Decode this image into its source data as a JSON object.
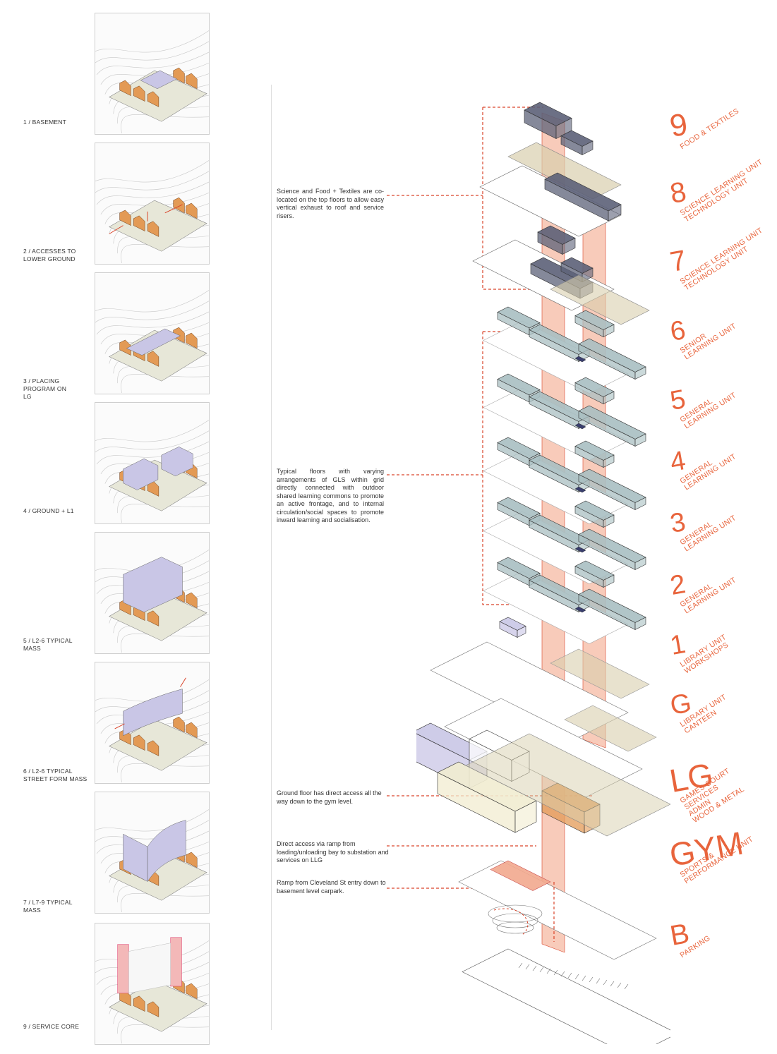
{
  "steps": [
    {
      "label": "1 / BASEMENT"
    },
    {
      "label": "2 / ACCESSES TO LOWER GROUND"
    },
    {
      "label": "3 / PLACING PROGRAM ON LG"
    },
    {
      "label": "4 / GROUND + L1"
    },
    {
      "label": "5 / L2-6 TYPICAL MASS"
    },
    {
      "label": "6 / L2-6 TYPICAL STREET FORM MASS"
    },
    {
      "label": "7 / L7-9 TYPICAL MASS"
    },
    {
      "label": "9 / SERVICE CORE"
    }
  ],
  "annotations": {
    "top_floors": "Science and Food + Textiles are co-located on the top floors to allow easy vertical exhaust to roof and service risers.",
    "typical_floors": "Typical floors with varying arrangements of GLS within grid directly connected with outdoor shared learning commons to promote an active frontage, and to internal circulation/social spaces to promote inward learning and socialisation.",
    "ground_floor": "Ground floor has direct access all the way down to the gym level.",
    "ramp_loading": "Direct access via ramp from loading/unloading bay to substation and services on LLG",
    "ramp_cleveland": "Ramp from Cleveland St entry down to basement level carpark."
  },
  "levels": [
    {
      "num": "9",
      "lines": [
        "FOOD & TEXTILES"
      ]
    },
    {
      "num": "8",
      "lines": [
        "SCIENCE LEARNING UNIT",
        "TECHNOLOGY UNIT"
      ]
    },
    {
      "num": "7",
      "lines": [
        "SCIENCE LEARNING UNIT",
        "TECHNOLOGY UNIT"
      ]
    },
    {
      "num": "6",
      "lines": [
        "SENIOR",
        "LEARNING UNIT"
      ]
    },
    {
      "num": "5",
      "lines": [
        "GENERAL",
        "LEARNING UNIT"
      ]
    },
    {
      "num": "4",
      "lines": [
        "GENERAL",
        "LEARNING UNIT"
      ]
    },
    {
      "num": "3",
      "lines": [
        "GENERAL",
        "LEARNING UNIT"
      ]
    },
    {
      "num": "2",
      "lines": [
        "GENERAL",
        "LEARNING UNIT"
      ]
    },
    {
      "num": "1",
      "lines": [
        "LIBRARY UNIT",
        "WORKSHOPS"
      ]
    },
    {
      "num": "G",
      "lines": [
        "LIBRARY UNIT",
        "CANTEEN"
      ]
    },
    {
      "num": "LG",
      "lines": [
        "GAMES COURT",
        "SERVICES",
        "ADMIN",
        "WOOD & METAL"
      ]
    },
    {
      "num": "GYM",
      "lines": [
        "SPORTS &",
        "PERFORMANCE UNIT"
      ]
    },
    {
      "num": "B",
      "lines": [
        "PARKING"
      ]
    }
  ],
  "colors": {
    "accent": "#e8643c",
    "core": "#f4a88c",
    "learning": "#a9bfc2",
    "science": "#5c6178",
    "mass": "#c9c6e6",
    "brick": "#e39a55",
    "canteen": "#d8cfae",
    "leader": "#d9442a"
  }
}
